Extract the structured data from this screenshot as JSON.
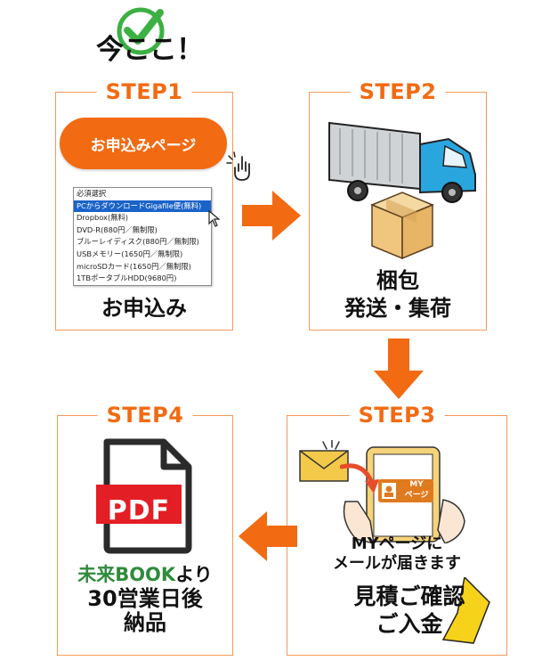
{
  "badge": {
    "text": "今ここ！"
  },
  "steps": [
    {
      "title": "STEP1",
      "label": "お申込み"
    },
    {
      "title": "STEP2",
      "label_line1": "梱包",
      "label_line2": "発送・集荷"
    },
    {
      "title": "STEP3",
      "message_line1": "MYページに",
      "message_line2": "メールが届きます",
      "big_line1": "見積ご確認",
      "big_line2": "ご入金"
    },
    {
      "title": "STEP4",
      "label_green": "未来BOOK",
      "label_suffix": "より",
      "label_line2": "30営業日後",
      "label_line3": "納品"
    }
  ],
  "apply_button": {
    "label": "お申込みページ"
  },
  "dropdown": {
    "options": [
      "必須選択",
      "PCからダウンロードGigafile便(無料)",
      "Dropbox(無料)",
      "DVD-R(880円／無制限)",
      "ブルーレイディスク(880円／無制限)",
      "USBメモリー(1650円／無制限)",
      "microSDカード(1650円／無制限)",
      "1TBポータブルHDD(9680円)"
    ],
    "selected_index": 1
  },
  "phone_badge": {
    "line1": "MY",
    "line2": "ページ"
  },
  "pdf_icon": {
    "label": "PDF"
  },
  "colors": {
    "accent_orange": "#f26a12",
    "box_border": "#f39a5a",
    "green": "#2e8b3a",
    "pdf_red": "#e31e24",
    "check_green": "#3cb043",
    "select_blue": "#1a63c9"
  }
}
